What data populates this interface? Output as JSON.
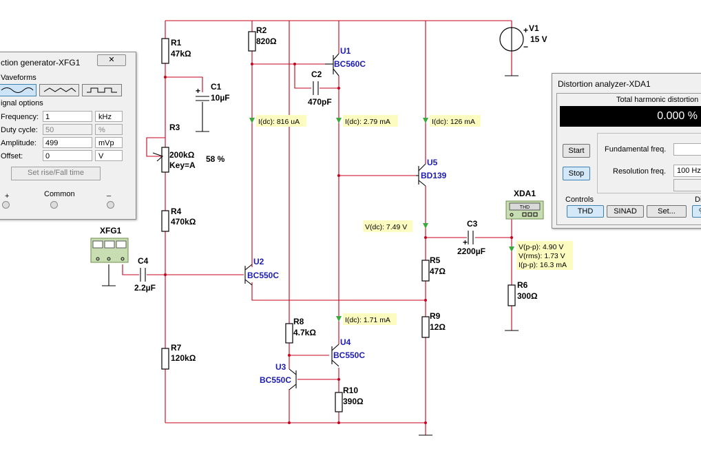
{
  "components": {
    "R1": {
      "name": "R1",
      "value": "47kΩ"
    },
    "R2": {
      "name": "R2",
      "value": "820Ω"
    },
    "R3": {
      "name": "R3",
      "value": "200kΩ",
      "key": "Key=A",
      "percent": "58 %"
    },
    "R4": {
      "name": "R4",
      "value": "470kΩ"
    },
    "R5": {
      "name": "R5",
      "value": "47Ω"
    },
    "R6": {
      "name": "R6",
      "value": "300Ω"
    },
    "R7": {
      "name": "R7",
      "value": "120kΩ"
    },
    "R8": {
      "name": "R8",
      "value": "4.7kΩ"
    },
    "R9": {
      "name": "R9",
      "value": "12Ω"
    },
    "R10": {
      "name": "R10",
      "value": "390Ω"
    },
    "C1": {
      "name": "C1",
      "value": "10µF"
    },
    "C2": {
      "name": "C2",
      "value": "470pF"
    },
    "C3": {
      "name": "C3",
      "value": "2200µF"
    },
    "C4": {
      "name": "C4",
      "value": "2.2µF"
    },
    "U1": {
      "name": "U1",
      "model": "BC560C"
    },
    "U2": {
      "name": "U2",
      "model": "BC550C"
    },
    "U3": {
      "name": "U3",
      "model": "BC550C"
    },
    "U4": {
      "name": "U4",
      "model": "BC550C"
    },
    "U5": {
      "name": "U5",
      "model": "BD139"
    },
    "V1": {
      "name": "V1",
      "value": "15 V"
    },
    "XFG1": {
      "name": "XFG1"
    },
    "XDA1": {
      "name": "XDA1",
      "icon_text": "THD"
    }
  },
  "probes": {
    "p1": "I(dc): 816 uA",
    "p2": "I(dc): 2.79 mA",
    "p3": "I(dc): 126 mA",
    "p4": "V(dc): 7.49 V",
    "p5": "I(dc): 1.71 mA",
    "p6": {
      "l1": "V(p-p): 4.90 V",
      "l2": "V(rms): 1.73 V",
      "l3": "I(p-p): 16.3 mA"
    }
  },
  "function_generator": {
    "title": "ction generator-XFG1",
    "close_icon": "close-icon",
    "waveforms_label": "Vaveforms",
    "signal_options_label": "ignal options",
    "frequency": {
      "label": "Frequency:",
      "value": "1",
      "unit": "kHz"
    },
    "duty_cycle": {
      "label": "Duty cycle:",
      "value": "50",
      "unit": "%"
    },
    "amplitude": {
      "label": "Amplitude:",
      "value": "499",
      "unit": "mVp"
    },
    "offset": {
      "label": "Offset:",
      "value": "0",
      "unit": "V"
    },
    "rise_fall_button": "Set rise/Fall time",
    "terminals": {
      "plus": "+",
      "common": "Common",
      "minus": "_"
    }
  },
  "distortion_analyzer": {
    "title": "Distortion analyzer-XDA1",
    "thd_title": "Total harmonic distortion (T",
    "display_value": "0.000 %",
    "start_button": "Start",
    "stop_button": "Stop",
    "fundamental_label": "Fundamental freq.",
    "resolution_label": "Resolution freq.",
    "resolution_value": "100 Hz",
    "controls_label": "Controls",
    "display_label": "Di",
    "thd_button": "THD",
    "sinad_button": "SINAD",
    "set_button": "Set...",
    "percent_button": "%"
  }
}
